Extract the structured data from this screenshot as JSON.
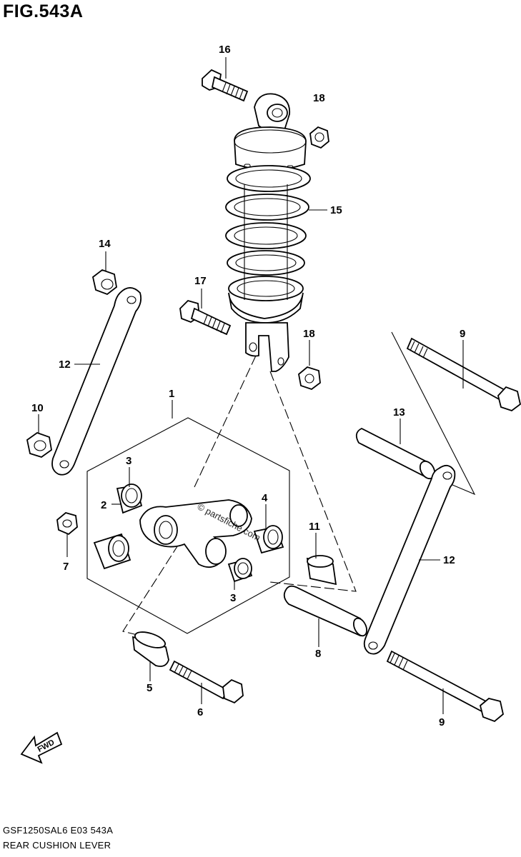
{
  "figure": {
    "title": "FIG.543A",
    "footer_code": "GSF1250SAL6  E03  543A",
    "footer_name": "REAR CUSHION LEVER",
    "watermark": "© partsfiche.com",
    "direction_label": "FWD"
  },
  "callouts": [
    {
      "id": "c16",
      "text": "16"
    },
    {
      "id": "c18a",
      "text": "18"
    },
    {
      "id": "c15",
      "text": "15"
    },
    {
      "id": "c14",
      "text": "14"
    },
    {
      "id": "c17",
      "text": "17"
    },
    {
      "id": "c18b",
      "text": "18"
    },
    {
      "id": "c9a",
      "text": "9"
    },
    {
      "id": "c12a",
      "text": "12"
    },
    {
      "id": "c1",
      "text": "1"
    },
    {
      "id": "c10",
      "text": "10"
    },
    {
      "id": "c13",
      "text": "13"
    },
    {
      "id": "c3a",
      "text": "3"
    },
    {
      "id": "c2",
      "text": "2"
    },
    {
      "id": "c4",
      "text": "4"
    },
    {
      "id": "c11",
      "text": "11"
    },
    {
      "id": "c7",
      "text": "7"
    },
    {
      "id": "c12b",
      "text": "12"
    },
    {
      "id": "c3b",
      "text": "3"
    },
    {
      "id": "c8",
      "text": "8"
    },
    {
      "id": "c5",
      "text": "5"
    },
    {
      "id": "c6",
      "text": "6"
    },
    {
      "id": "c9b",
      "text": "9"
    }
  ]
}
